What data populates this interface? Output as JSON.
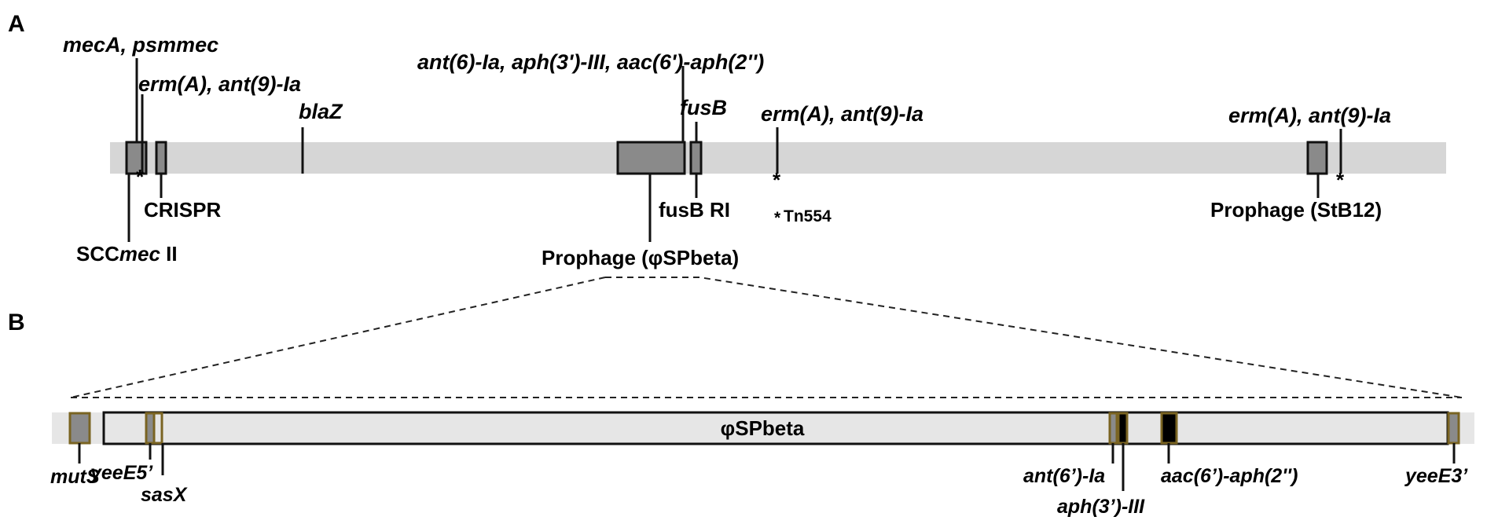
{
  "panel_a": {
    "letter": "A",
    "labels": {
      "mecA": "mecA, psmmec",
      "erm_left": "erm(A), ant(9)-Ia",
      "blaZ": "blaZ",
      "ant_group": "ant(6)-Ia, aph(3')-III, aac(6')-aph(2'')",
      "fusB": "fusB",
      "erm_mid": "erm(A), ant(9)-Ia",
      "erm_right": "erm(A), ant(9)-Ia",
      "crispr": "CRISPR",
      "scc_prefix": "SCC",
      "scc_italic": "mec",
      "scc_suffix": " II",
      "fusB_RI": "fusB RI",
      "tn554_star": "*",
      "tn554": "Tn554",
      "prophage_phi": "Prophage (φSPbeta)",
      "prophage_stb": "Prophage (StB12)",
      "star": "*"
    }
  },
  "panel_b": {
    "letter": "B",
    "center_label": "φSPbeta",
    "labels": {
      "mutS": "mutS",
      "yeeE5": "yeeE5’",
      "sasX": "sasX",
      "ant6": "ant(6’)-Ia",
      "aph3": "aph(3’)-III",
      "aac6": "aac(6’)-aph(2'')",
      "yeeE3": "yeeE3’"
    }
  },
  "colors": {
    "backbone": "#d6d6d6",
    "box_fill": "#8a8a8a",
    "box_stroke": "#111111",
    "gene_outline": "#7a6422",
    "prophage_fill": "#e6e6e6"
  }
}
